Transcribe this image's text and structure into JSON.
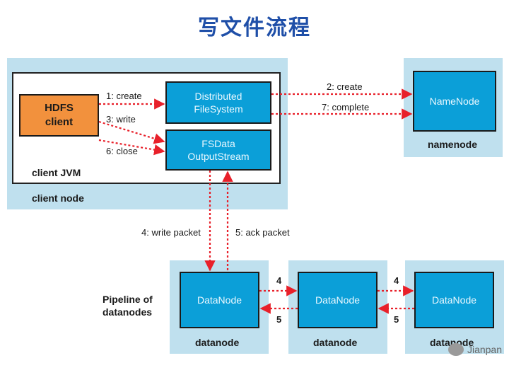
{
  "title": "写文件流程",
  "client_node": {
    "label": "client node",
    "jvm_label": "client JVM",
    "hdfs_client": "HDFS\nclient",
    "dfs": "Distributed\nFileSystem",
    "fsdata": "FSData\nOutputStream"
  },
  "namenode": {
    "box": "NameNode",
    "label": "namenode"
  },
  "pipeline_label": "Pipeline of\ndatanodes",
  "datanodes": [
    {
      "box": "DataNode",
      "label": "datanode"
    },
    {
      "box": "DataNode",
      "label": "datanode"
    },
    {
      "box": "DataNode",
      "label": "datanode"
    }
  ],
  "steps": {
    "create1": "1: create",
    "write3": "3: write",
    "close6": "6: close",
    "create2": "2: create",
    "complete7": "7: complete",
    "write_packet": "4: write packet",
    "ack_packet": "5: ack packet",
    "fwd1": "4",
    "back1": "5",
    "fwd2": "4",
    "back2": "5"
  },
  "watermark": "Jianpan",
  "colors": {
    "title": "#1f4fa8",
    "panel": "#bfe0ee",
    "box_blue": "#0b9fd8",
    "box_orange": "#f2913d",
    "arrow": "#e8202a"
  }
}
